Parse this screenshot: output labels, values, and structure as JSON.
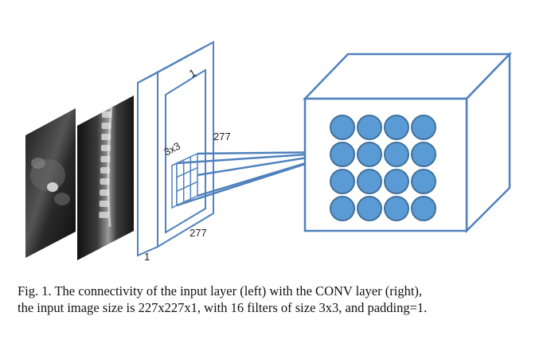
{
  "figure": {
    "kernel_label": "3x3",
    "depth_top_label": "1",
    "depth_bottom_label": "1",
    "height_label": "277",
    "width_label": "277",
    "neuron_rows": 4,
    "neuron_cols": 4,
    "colors": {
      "line": "#4f81bd",
      "neuron_fill": "#5b9bd5",
      "neuron_stroke": "#41719c",
      "text": "#222222"
    }
  },
  "caption": {
    "line1": "Fig. 1.  The connectivity of the input layer (left) with the CONV layer (right),",
    "line2": "the input image size is 227x227x1, with 16 filters of size 3x3, and padding=1."
  }
}
